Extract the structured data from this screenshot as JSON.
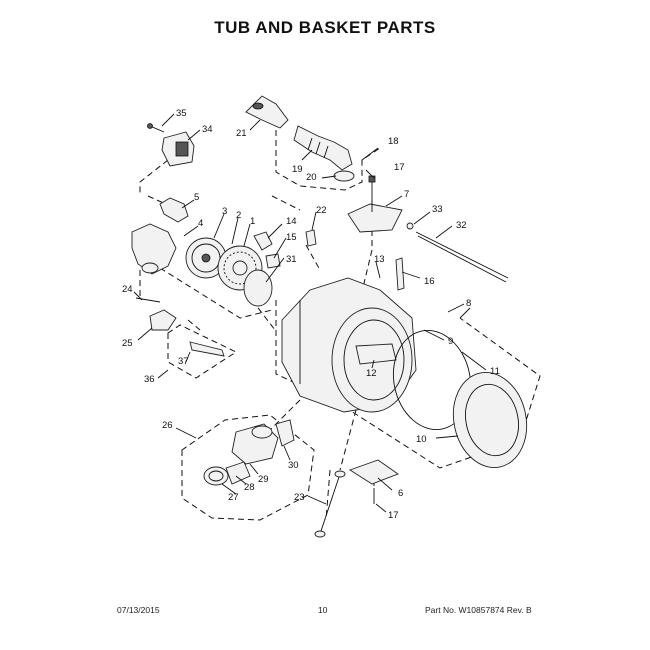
{
  "page": {
    "title": "TUB AND BASKET PARTS",
    "footer": {
      "date": "07/13/2015",
      "page_number": "10",
      "part_no": "Part No. W10857874  Rev. B"
    }
  },
  "callouts": {
    "n1": "1",
    "n2": "2",
    "n3": "3",
    "n4": "4",
    "n5": "5",
    "n6": "6",
    "n7": "7",
    "n8": "8",
    "n9": "9",
    "n10": "10",
    "n11": "11",
    "n12": "12",
    "n13": "13",
    "n14": "14",
    "n15": "15",
    "n16": "16",
    "n17a": "17",
    "n17b": "17",
    "n18": "18",
    "n19": "19",
    "n20": "20",
    "n21": "21",
    "n22": "22",
    "n23": "23",
    "n24": "24",
    "n25": "25",
    "n26": "26",
    "n27": "27",
    "n28": "28",
    "n29": "29",
    "n30": "30",
    "n31": "31",
    "n32": "32",
    "n33": "33",
    "n34": "34",
    "n35": "35",
    "n36": "36",
    "n37": "37"
  }
}
